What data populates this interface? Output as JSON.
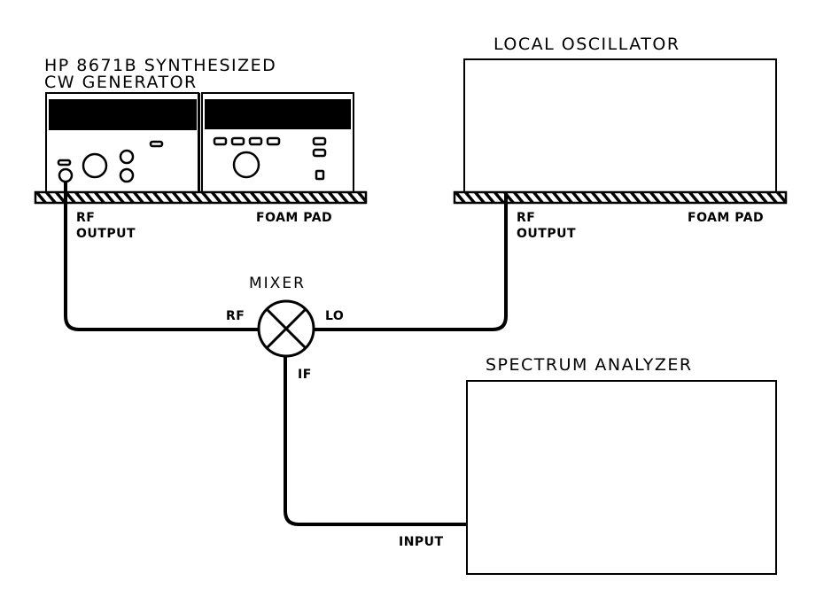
{
  "diagram": {
    "type": "test-setup-block-diagram",
    "colors": {
      "ink": "#000000",
      "background": "#ffffff"
    },
    "equipment": [
      {
        "id": "signal-generator",
        "title_lines": [
          "HP 8671B SYNTHESIZED",
          "CW GENERATOR"
        ],
        "port_label_lines": [
          "RF",
          "OUTPUT"
        ],
        "pad_label": "FOAM PAD"
      },
      {
        "id": "local-oscillator",
        "title": "LOCAL OSCILLATOR",
        "port_label_lines": [
          "RF",
          "OUTPUT"
        ],
        "pad_label": "FOAM PAD"
      },
      {
        "id": "spectrum-analyzer",
        "title": "SPECTRUM ANALYZER",
        "port_label": "INPUT"
      }
    ],
    "mixer": {
      "title": "MIXER",
      "ports": {
        "rf": "RF",
        "lo": "LO",
        "if": "IF"
      }
    },
    "connections": [
      {
        "from": "signal-generator.RF OUTPUT",
        "to": "mixer.RF"
      },
      {
        "from": "local-oscillator.RF OUTPUT",
        "to": "mixer.LO"
      },
      {
        "from": "mixer.IF",
        "to": "spectrum-analyzer.INPUT"
      }
    ]
  }
}
